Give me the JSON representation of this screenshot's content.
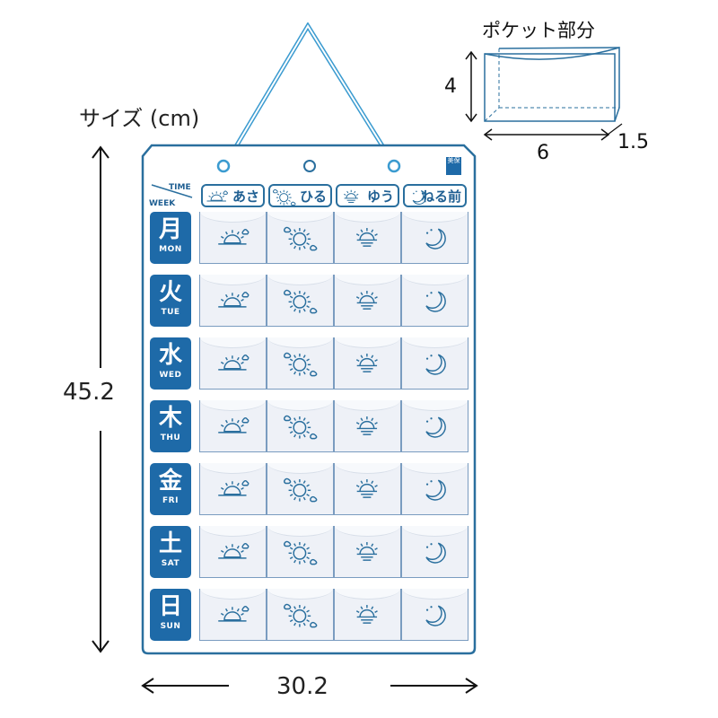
{
  "size_label": "サイズ (cm)",
  "height_value": "45.2",
  "width_value": "30.2",
  "pocket": {
    "title": "ポケット部分",
    "height": "4",
    "width": "6",
    "depth": "1.5"
  },
  "board": {
    "logo": "美保",
    "corner_time": "TIME",
    "corner_week": "WEEK",
    "times": [
      {
        "label": "あさ",
        "icon": "sunrise-icon"
      },
      {
        "label": "ひる",
        "icon": "sun-icon"
      },
      {
        "label": "ゆう",
        "icon": "sunset-icon"
      },
      {
        "label": "ねる前",
        "icon": "moon-icon"
      }
    ],
    "days": [
      {
        "kanji": "月",
        "en": "MON"
      },
      {
        "kanji": "火",
        "en": "TUE"
      },
      {
        "kanji": "水",
        "en": "WED"
      },
      {
        "kanji": "木",
        "en": "THU"
      },
      {
        "kanji": "金",
        "en": "FRI"
      },
      {
        "kanji": "土",
        "en": "SAT"
      },
      {
        "kanji": "日",
        "en": "SUN"
      }
    ],
    "colors": {
      "primary": "#1e6aa8",
      "outline": "#2a6f9e",
      "cord": "#3b9bd0"
    }
  }
}
